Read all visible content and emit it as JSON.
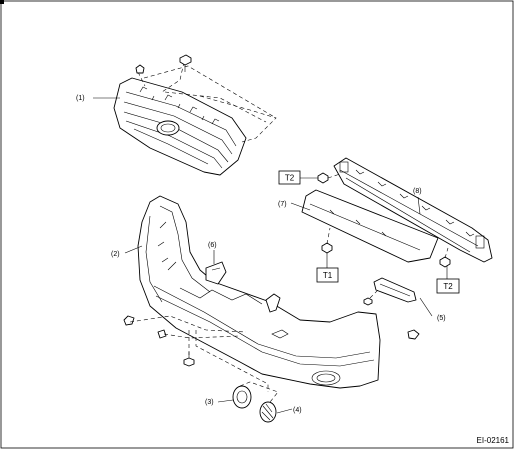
{
  "callouts": [
    "(1)",
    "(2)",
    "(3)",
    "(4)",
    "(5)",
    "(6)",
    "(7)",
    "(8)"
  ],
  "torque_labels": {
    "t2_top": "T2",
    "t1": "T1",
    "t2_bottom": "T2"
  },
  "figure_code": "EI-02161"
}
